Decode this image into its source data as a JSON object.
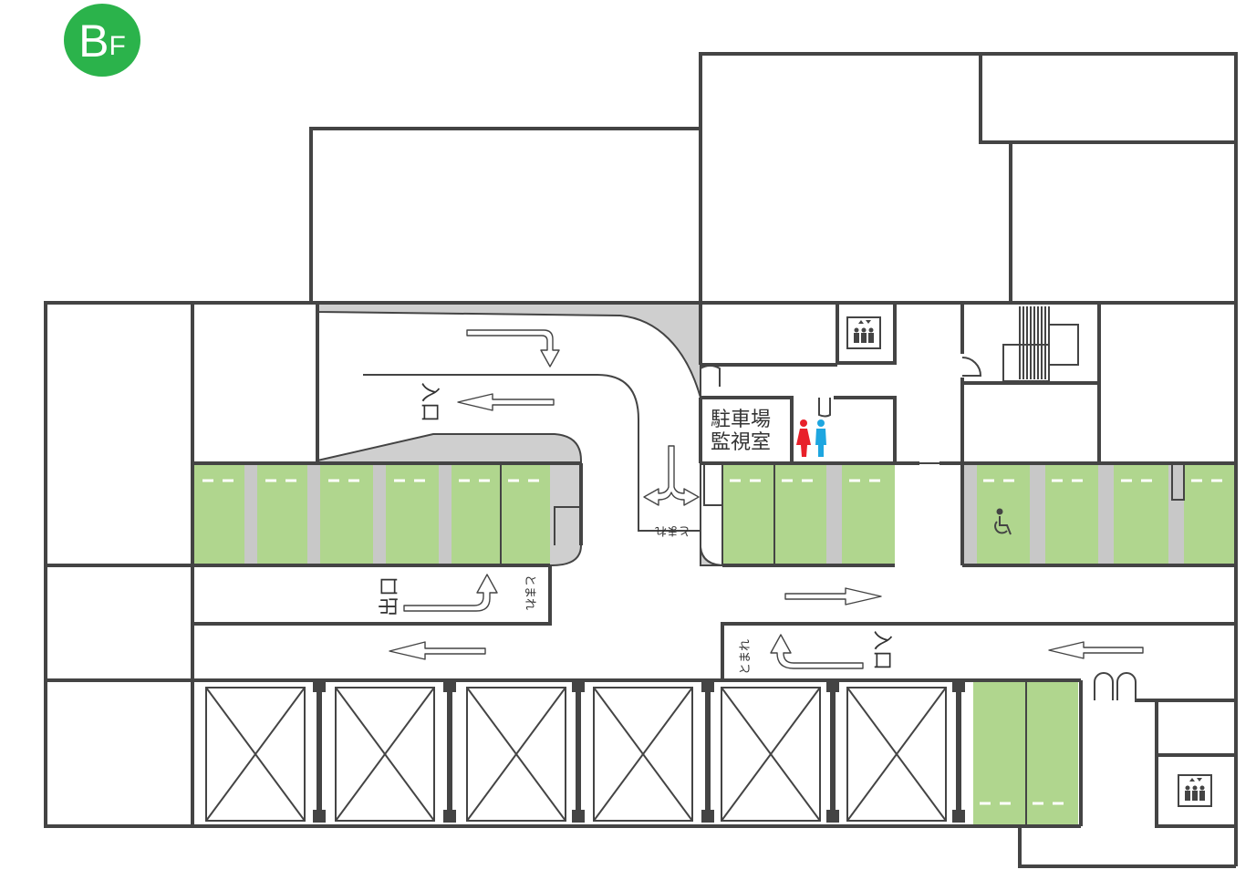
{
  "floor": {
    "letter": "B",
    "suffix": "F",
    "color": "#2bb34b"
  },
  "colors": {
    "parking": "#b0d68e",
    "pillar": "#c8c8c8",
    "wall": "#444444",
    "ramp": "#cfcfcf",
    "women": "#e8202a",
    "men": "#1ea6e0"
  },
  "labels": {
    "office_line1": "駐車場",
    "office_line2": "監視室",
    "entrance": "入口",
    "exit": "出口",
    "stop": "とまれ"
  },
  "icons": [
    "elevator-icon",
    "restroom-icon",
    "wheelchair-icon",
    "stairs-icon"
  ]
}
